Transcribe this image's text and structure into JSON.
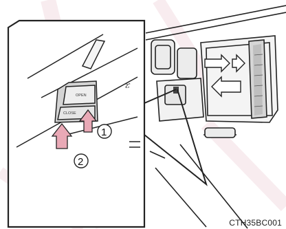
{
  "illustration": {
    "code": "CTH35BC001",
    "callouts": [
      "1",
      "2"
    ],
    "switch_labels": [
      "OPEN",
      "CLOSE"
    ],
    "colors": {
      "arrow_fill": "#e9a9b6",
      "line": "#222222",
      "shade": "#d9d9d9",
      "watermark": "#f1d7dc"
    },
    "icons": [
      "push-up-arrow",
      "slide-open-arrow",
      "slide-close-arrow"
    ]
  }
}
